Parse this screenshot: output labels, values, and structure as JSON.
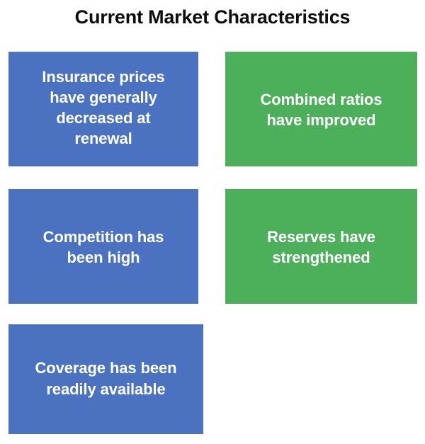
{
  "slide": {
    "title": "Current Market Characteristics",
    "background_color": "#FFFFFF",
    "title_color": "#0D0D0D"
  },
  "palette": {
    "blue": "#4A72C0",
    "green": "#4CAF5A",
    "card_text_color": "#FFFFFF"
  },
  "cards": [
    {
      "id": "insurance-prices",
      "text": "Insurance prices\nhave generally\ndecreased at\nrenewal",
      "color_name": "blue",
      "color": "#4A72C0",
      "row": 1,
      "column": 1
    },
    {
      "id": "combined-ratios",
      "text": "Combined ratios\nhave improved",
      "color_name": "green",
      "color": "#4CAF5A",
      "row": 1,
      "column": 2
    },
    {
      "id": "competition",
      "text": "Competition has\nbeen high",
      "color_name": "blue",
      "color": "#4A72C0",
      "row": 2,
      "column": 1
    },
    {
      "id": "reserves",
      "text": "Reserves have\nstrengthened",
      "color_name": "green",
      "color": "#4CAF5A",
      "row": 2,
      "column": 2
    },
    {
      "id": "coverage",
      "text": "Coverage has been\nreadily available",
      "color_name": "blue",
      "color": "#4A72C0",
      "row": 3,
      "column": 1
    }
  ]
}
